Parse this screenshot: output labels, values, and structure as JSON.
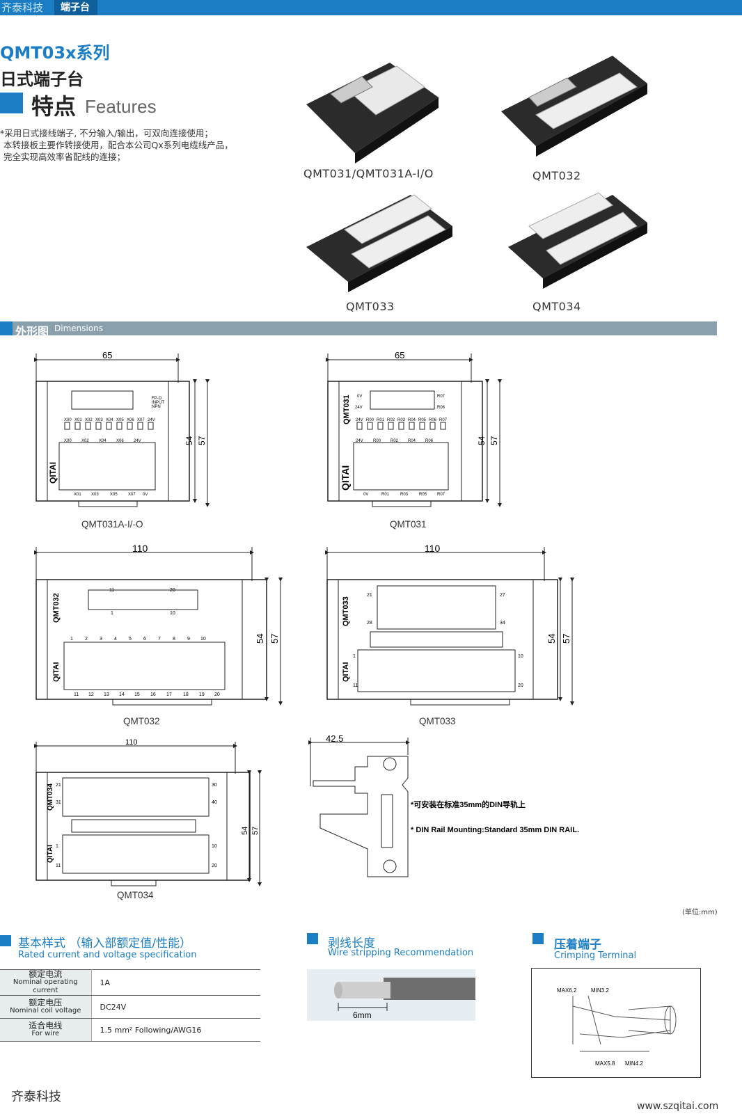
{
  "header": {
    "brand": "齐泰科技",
    "section": "端子台"
  },
  "title": {
    "series": "QMT03x系列",
    "subtitle": "日式端子台"
  },
  "features": {
    "heading_zh": "特点",
    "heading_en": "Features",
    "items": [
      "*采用日式接线端子, 不分输入/输出，可双向连接使用；",
      "本转接板主要作转接使用，配合本公司Qx系列电缆线产品，",
      "完全实现高效率省配线的连接；"
    ]
  },
  "products": [
    {
      "model": "QMT031/QMT031A-I/O"
    },
    {
      "model": "QMT032"
    },
    {
      "model": "QMT033"
    },
    {
      "model": "QMT034"
    }
  ],
  "dimensions": {
    "heading_zh": "外形图",
    "heading_en": "Dimensions",
    "drawings": [
      {
        "caption": "QMT031A-I/-O",
        "width": "65",
        "h1": "54",
        "h2": "57",
        "left_label": "QITAI",
        "top_labels": [
          "X00",
          "X01",
          "X02",
          "X03",
          "X04",
          "X05",
          "X06",
          "X07",
          "24V"
        ],
        "row1": [
          "X00",
          "X02",
          "X04",
          "X06",
          "24V"
        ],
        "row2": [
          "X01",
          "X03",
          "X05",
          "X07",
          "0V"
        ],
        "side_labels": [
          "FP-O",
          "INPUT",
          "NPN"
        ]
      },
      {
        "caption": "QMT031",
        "width": "65",
        "h1": "54",
        "h2": "57",
        "left_label": "QITAI",
        "model_label": "QMT031",
        "top_labels": [
          "24V",
          "R00",
          "R01",
          "R02",
          "R03",
          "R04",
          "R05",
          "R06",
          "R07"
        ],
        "row1": [
          "24V",
          "R00",
          "R02",
          "R04",
          "R06"
        ],
        "row2": [
          "0V",
          "R01",
          "R03",
          "R05",
          "R07"
        ],
        "conn_labels": [
          "0V",
          "24V",
          "R07",
          "R06"
        ]
      },
      {
        "caption": "QMT032",
        "width": "110",
        "h1": "54",
        "h2": "57",
        "left_label": "QITAI",
        "model_label": "QMT032",
        "nums_top": [
          "1",
          "2",
          "3",
          "4",
          "5",
          "6",
          "7",
          "8",
          "9",
          "10"
        ],
        "nums_bottom": [
          "11",
          "12",
          "13",
          "14",
          "15",
          "16",
          "17",
          "18",
          "19",
          "20"
        ],
        "conn_top": [
          "11",
          "20"
        ],
        "conn_bot": [
          "1",
          "10"
        ]
      },
      {
        "caption": "QMT033",
        "width": "110",
        "h1": "54",
        "h2": "57",
        "left_label": "QITAI",
        "model_label": "QMT033",
        "pins": [
          "21",
          "28",
          "27",
          "34",
          "1",
          "11",
          "10",
          "20"
        ]
      },
      {
        "caption": "QMT034",
        "width": "110",
        "h1": "54",
        "h2": "57",
        "left_label": "QITAI",
        "model_label": "QMT034",
        "pins": [
          "21",
          "31",
          "30",
          "40",
          "1",
          "11",
          "10",
          "20"
        ]
      }
    ],
    "side_view": {
      "width": "42.5",
      "note_zh": "*可安装在标准35mm的DIN导轨上",
      "note_en": "* DIN Rail Mounting:Standard 35mm DIN RAIL."
    },
    "unit": "(单位:mm)"
  },
  "spec": {
    "heading_zh": "基本样式 （输入部额定值/性能）",
    "heading_en": "Rated current and voltage specification",
    "rows": [
      {
        "k_zh": "额定电流",
        "k_en": "Nominal operating current",
        "v": "1A"
      },
      {
        "k_zh": "额定电压",
        "k_en": "Nominal coil voltage",
        "v": "DC24V"
      },
      {
        "k_zh": "适合电线",
        "k_en": "For wire",
        "v": "1.5 mm² Following/AWG16"
      }
    ]
  },
  "strip": {
    "heading_zh": "剥线长度",
    "heading_en": "Wire stripping Recommendation",
    "length": "6mm"
  },
  "crimp": {
    "heading_zh": "压着端子",
    "heading_en": "Crimping Terminal",
    "labels": [
      "MAX6.2",
      "MIN3.2",
      "MAX5.8",
      "MIN4.2"
    ]
  },
  "footer": {
    "brand": "齐泰科技",
    "url": "www.szqitai.com"
  },
  "colors": {
    "accent": "#1b7ec4",
    "bar_gray": "#8aa0ad"
  }
}
